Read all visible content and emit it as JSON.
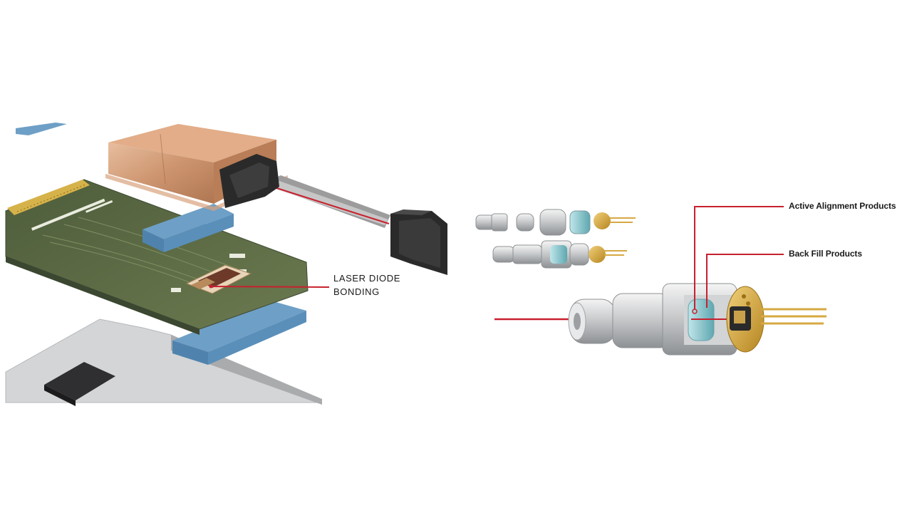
{
  "left_illustration": {
    "callout_line1": "LASER DIODE",
    "callout_line2": "BONDING"
  },
  "right_illustration": {
    "callout_active": "Active Alignment Products",
    "callout_backfill": "Back Fill Products"
  },
  "colors": {
    "callout_line": "#c8202e",
    "copper": "#c98c63",
    "pcb_green": "#5d6b45",
    "thermal_pad_blue": "#6e9fc6",
    "chassis_grey": "#cfd1d3",
    "connector_black": "#2a2a2a",
    "gold": "#d6a942"
  }
}
